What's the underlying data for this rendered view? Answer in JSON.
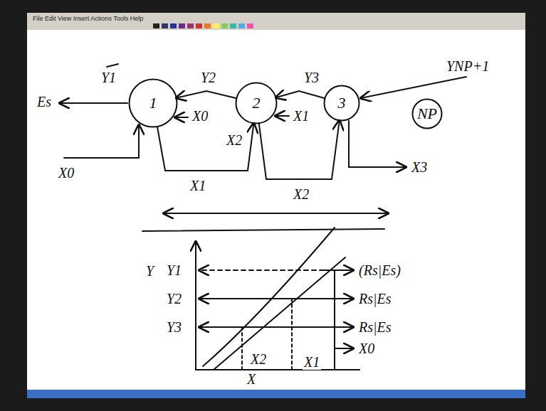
{
  "diagram": {
    "nodes": [
      {
        "text": [
          "1"
        ]
      },
      {
        "text": [
          "2"
        ]
      },
      {
        "text": [
          "3"
        ]
      },
      {
        "text": [
          "NP"
        ]
      }
    ],
    "edges": [
      {
        "from": 1,
        "to": 0,
        "label": "Y2",
        "arrow": "to"
      },
      {
        "from": 2,
        "to": 1,
        "label": "Y3",
        "arrow": "to"
      },
      {
        "from": 0,
        "to": 1,
        "label": "X1",
        "arrow": "to"
      },
      {
        "from": 1,
        "to": 2,
        "label": "X2",
        "arrow": "to"
      }
    ],
    "labels": [
      "File Edit View Insert Actions Tools Help",
      "Es",
      "Y1",
      "YNP+1",
      "X0",
      "X1",
      "X2",
      "X0",
      "X3",
      "Y",
      "Y1",
      "Y2",
      "Y3",
      "(Rs|Es)",
      "Rs|Es",
      "Rs|Es",
      "X0",
      "X2",
      "X1",
      "X"
    ]
  }
}
